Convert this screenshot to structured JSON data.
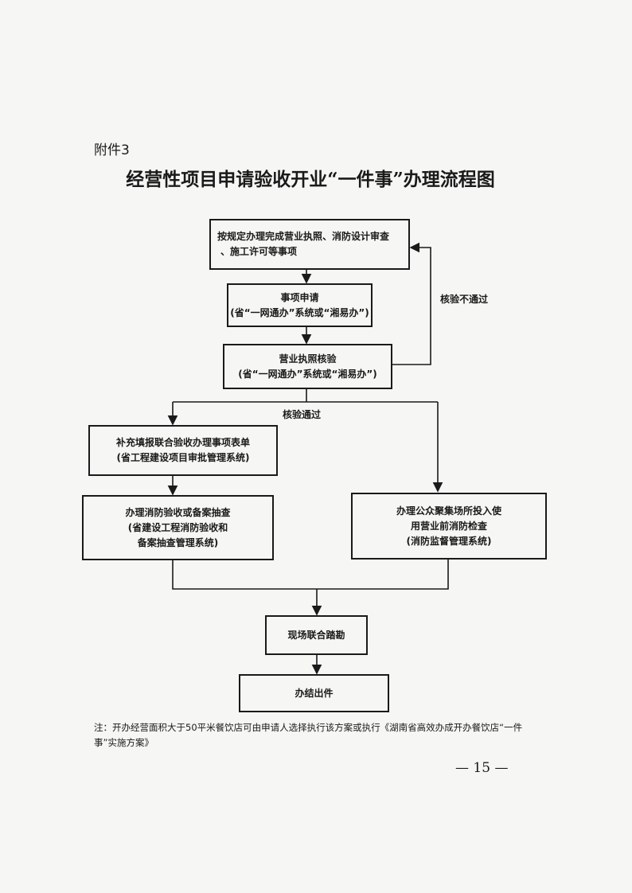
{
  "attachment": "附件3",
  "title": "经营性项目申请验收开业“一件事”办理流程图",
  "flow": {
    "step1": {
      "line1": "按规定办理完成营业执照、消防设计审查",
      "line2": "、施工许可等事项"
    },
    "step2": {
      "line1": "事项申请",
      "line2": "(省“一网通办”系统或“湘易办”)"
    },
    "step3": {
      "line1": "营业执照核验",
      "line2": "(省“一网通办”系统或“湘易办”)"
    },
    "fail_label": "核验不通过",
    "pass_label": "核验通过",
    "step4": {
      "line1": "补充填报联合验收办理事项表单",
      "line2": "(省工程建设项目审批管理系统)"
    },
    "step5": {
      "line1": "办理消防验收或备案抽查",
      "line2": "(省建设工程消防验收和",
      "line3": "备案抽查管理系统)"
    },
    "step6": {
      "line1": "办理公众聚集场所投入使",
      "line2": "用营业前消防检查",
      "line3": "(消防监督管理系统)"
    },
    "step7": {
      "line1": "现场联合踏勘"
    },
    "step8": {
      "line1": "办结出件"
    }
  },
  "note": "注：开办经营面积大于50平米餐饮店可由申请人选择执行该方案或执行《湖南省高效办成开办餐饮店“一件事”实施方案》",
  "page_number": "— 15 —"
}
